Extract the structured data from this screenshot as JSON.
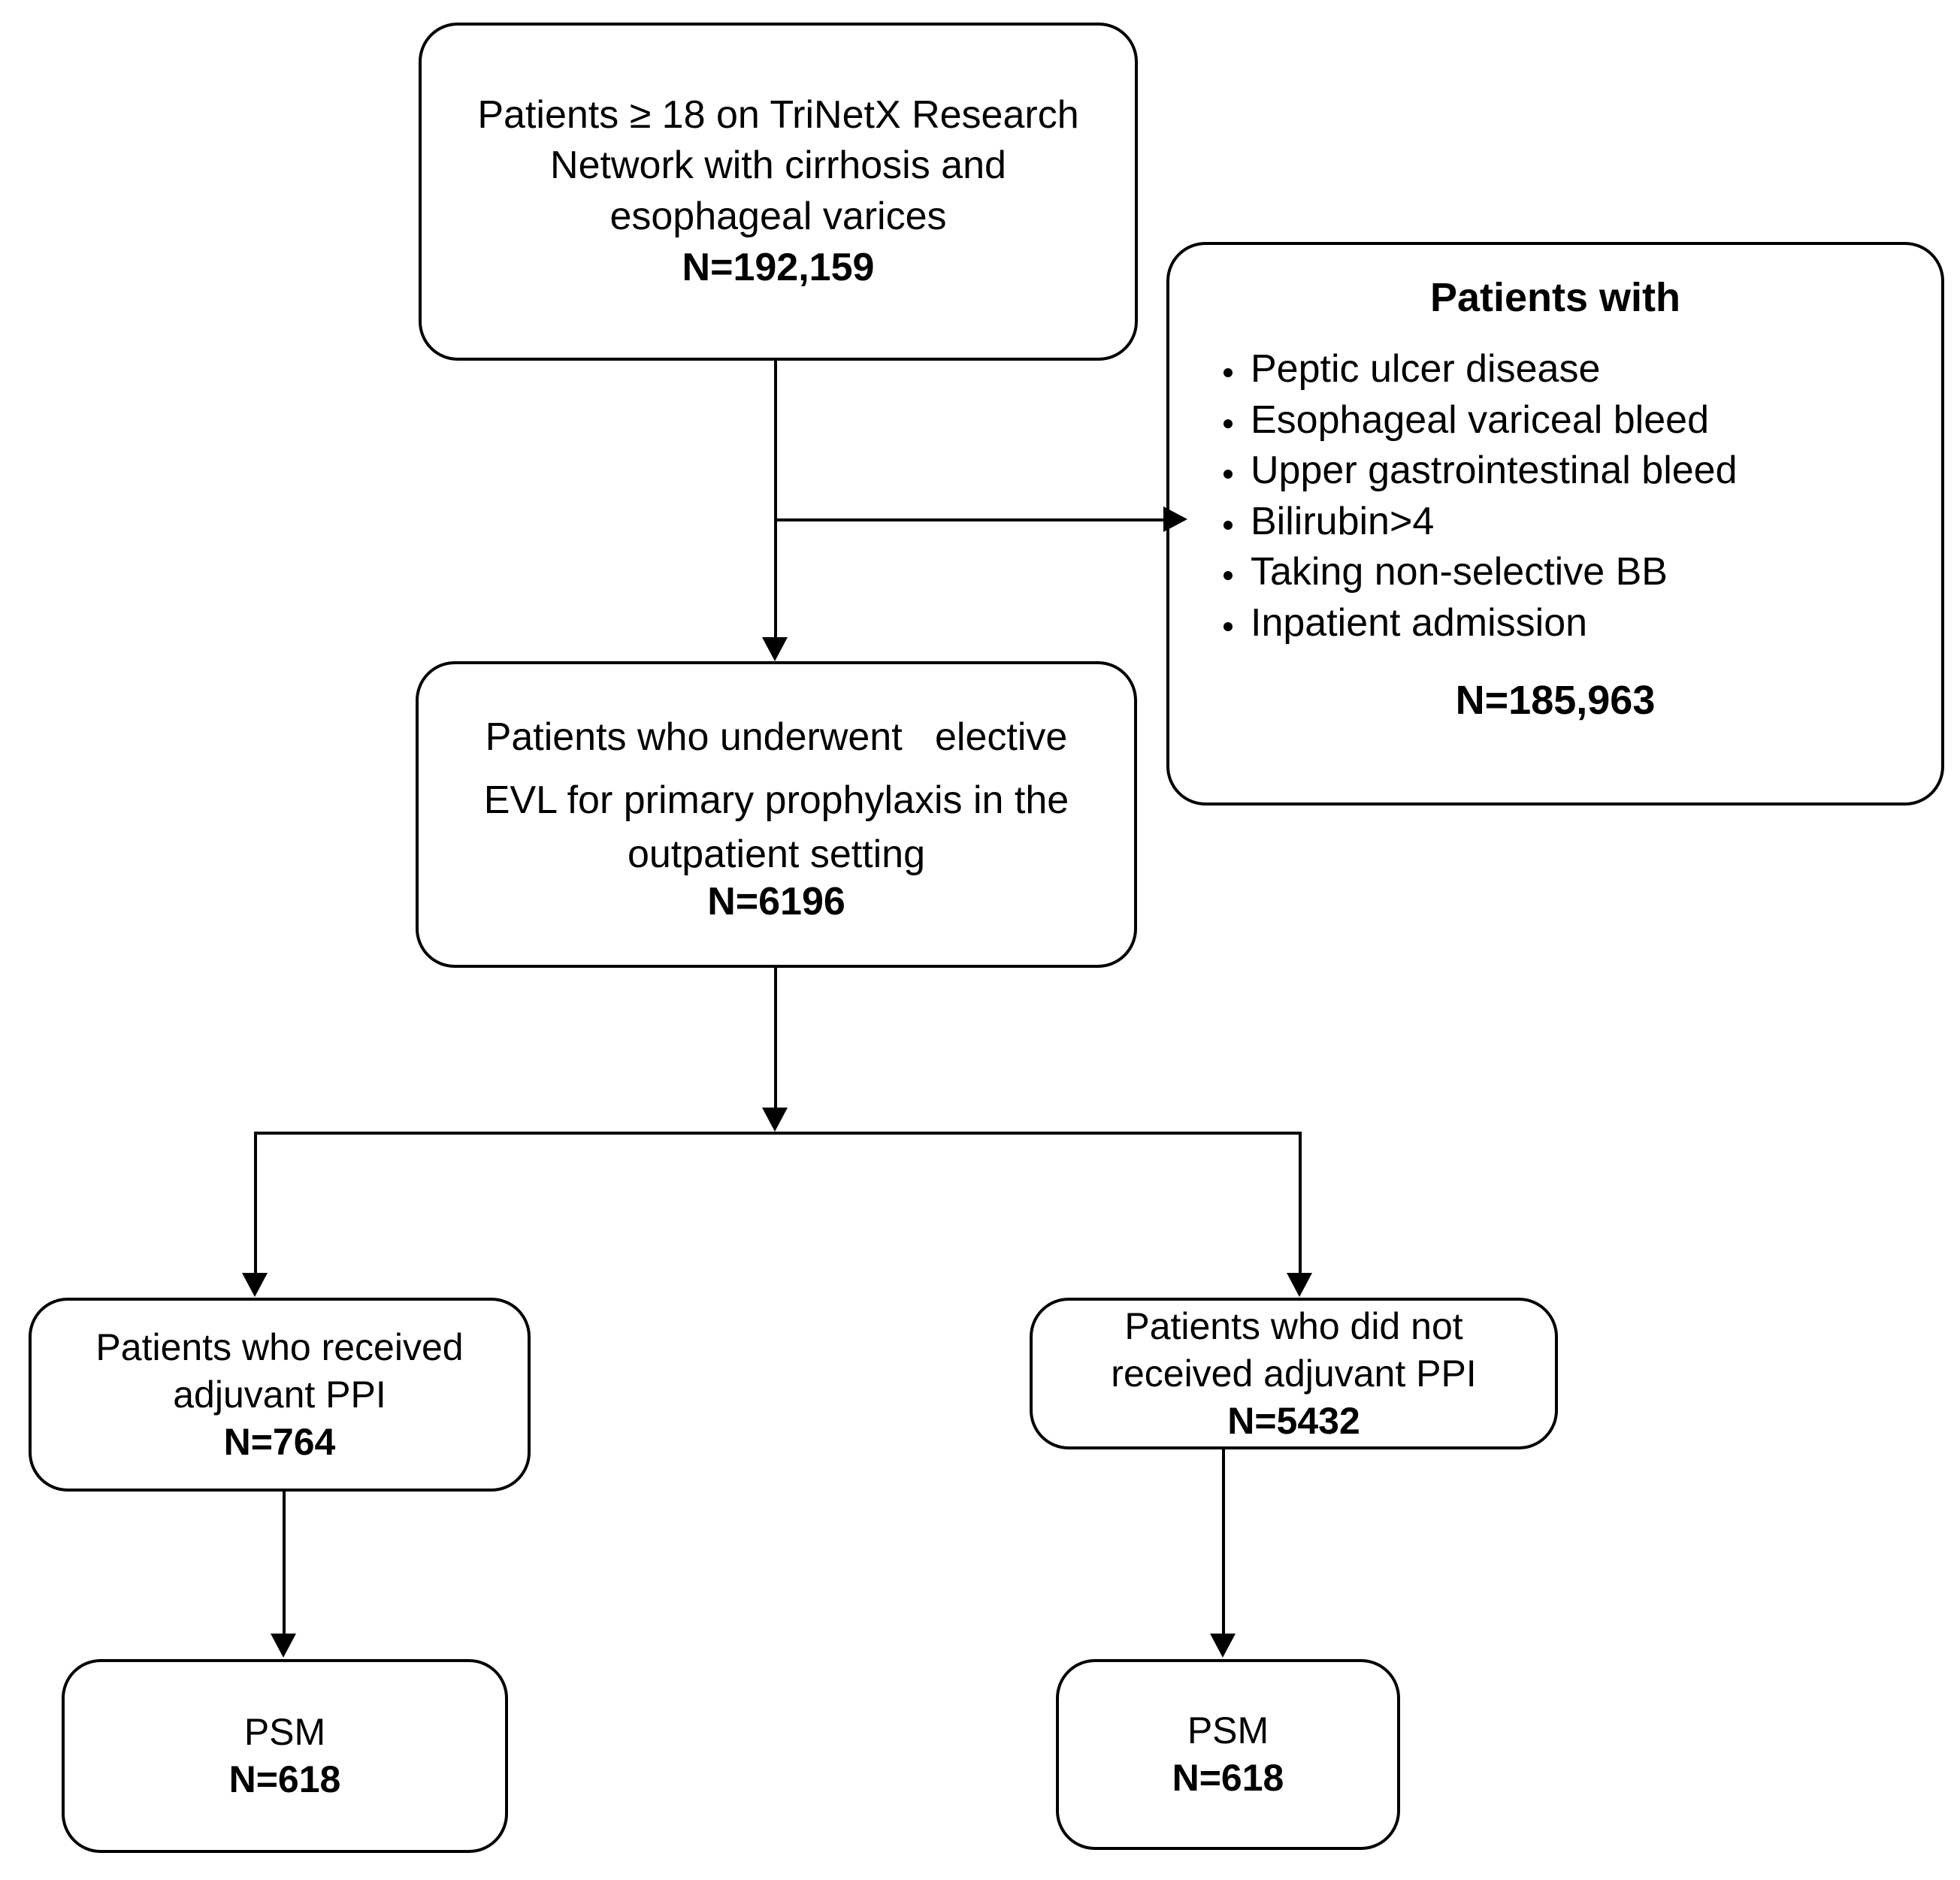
{
  "diagram": {
    "title": "Patient selection flow diagram",
    "stroke_color": "#000000",
    "background_color": "#ffffff"
  },
  "nodes": {
    "source": {
      "lines": [
        "Patients ≥ 18 on TriNetX Research",
        "Network with cirrhosis and",
        "esophageal varices"
      ],
      "count": "N=192,159"
    },
    "excluded": {
      "title": "Patients with",
      "items": [
        "Peptic ulcer disease",
        "Esophageal variceal bleed",
        "Upper gastrointestinal bleed",
        "Bilirubin>4",
        "Taking non-selective BB",
        "Inpatient admission"
      ],
      "count": "N=185,963"
    },
    "cohort": {
      "lines": [
        "Patients who underwent   elective",
        "EVL for primary prophylaxis in the",
        "outpatient setting"
      ],
      "count": "N=6196"
    },
    "ppi": {
      "lines": [
        "Patients who received",
        "adjuvant PPI"
      ],
      "count": "N=764"
    },
    "no_ppi": {
      "lines": [
        "Patients who did not",
        "received adjuvant PPI"
      ],
      "count": "N=5432"
    },
    "psm_left": {
      "label": "PSM",
      "count": "N=618"
    },
    "psm_right": {
      "label": "PSM",
      "count": "N=618"
    }
  },
  "chart_data": {
    "type": "flowchart",
    "title": "Patient selection flow diagram",
    "nodes": [
      {
        "id": "source",
        "label": "Patients ≥ 18 on TriNetX Research Network with cirrhosis and esophageal varices",
        "n": 192159
      },
      {
        "id": "excluded",
        "label": "Patients with Peptic ulcer disease; Esophageal variceal bleed; Upper gastrointestinal bleed; Bilirubin>4; Taking non-selective BB; Inpatient admission",
        "n": 185963
      },
      {
        "id": "cohort",
        "label": "Patients who underwent elective EVL for primary prophylaxis in the outpatient setting",
        "n": 6196
      },
      {
        "id": "ppi",
        "label": "Patients who received adjuvant PPI",
        "n": 764
      },
      {
        "id": "no_ppi",
        "label": "Patients who did not received adjuvant PPI",
        "n": 5432
      },
      {
        "id": "psm_left",
        "label": "PSM",
        "n": 618
      },
      {
        "id": "psm_right",
        "label": "PSM",
        "n": 618
      }
    ],
    "edges": [
      {
        "from": "source",
        "to": "excluded",
        "direction": "right"
      },
      {
        "from": "source",
        "to": "cohort",
        "direction": "down"
      },
      {
        "from": "cohort",
        "to": "ppi",
        "direction": "down"
      },
      {
        "from": "cohort",
        "to": "no_ppi",
        "direction": "down"
      },
      {
        "from": "ppi",
        "to": "psm_left",
        "direction": "down"
      },
      {
        "from": "no_ppi",
        "to": "psm_right",
        "direction": "down"
      }
    ]
  }
}
